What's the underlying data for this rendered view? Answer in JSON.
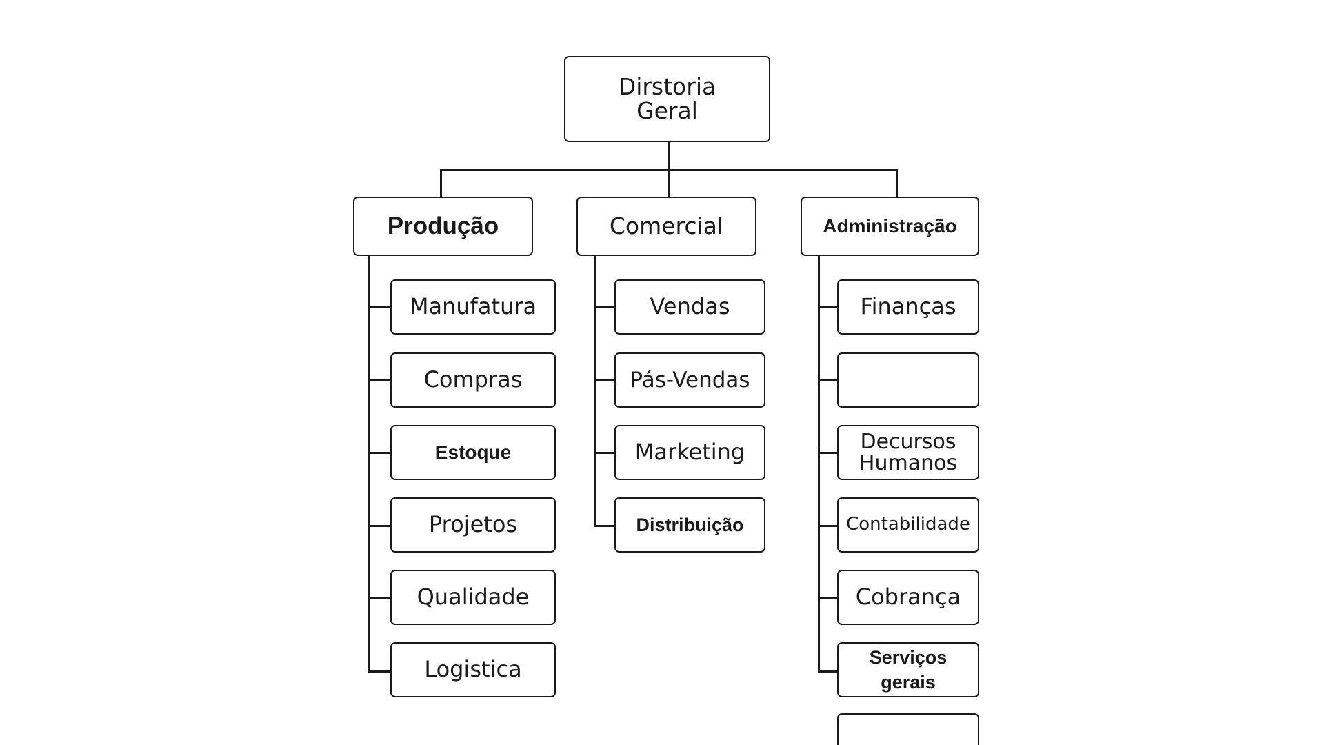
{
  "root": {
    "label": "Dirstoria\nGeral"
  },
  "departments": [
    {
      "label": "Produção",
      "children": [
        "Manufatura",
        "Compras",
        "Estoque",
        "Projetos",
        "Qualidade",
        "Logistica"
      ]
    },
    {
      "label": "Comercial",
      "children": [
        "Vendas",
        "Pás-Vendas",
        "Marketing",
        "Distribuição"
      ]
    },
    {
      "label": "Administração",
      "children": [
        "Finanças",
        "",
        "Decursos\nHumanos",
        "Contabilidade",
        "Cobrança",
        "Serviços\ngerais",
        ""
      ]
    }
  ],
  "colors": {
    "line": "#1a1a1a",
    "box_fill": "#ffffff",
    "background": "#ffffff"
  }
}
